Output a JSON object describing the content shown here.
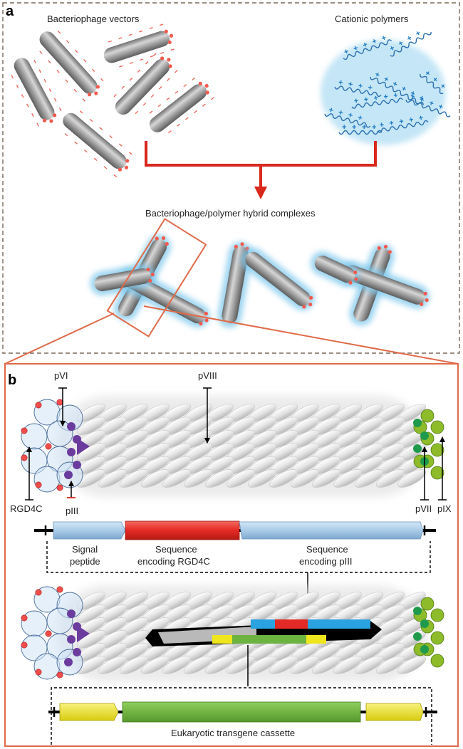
{
  "panel_a": {
    "letter": "a",
    "phage_label": "Bacteriophage vectors",
    "polymer_label": "Cationic polymers",
    "hybrid_label": "Bacteriophage/polymer hybrid complexes"
  },
  "panel_b": {
    "letter": "b",
    "proteins": {
      "pvi": "pVI",
      "pviii": "pVIII",
      "rgd4c": "RGD4C",
      "piii": "pIII",
      "pvii": "pVII",
      "pix": "pIX"
    },
    "construct": {
      "signal_line1": "Signal",
      "signal_line2": "peptide",
      "rgd_line1": "Sequence",
      "rgd_line2": "encoding RGD4C",
      "piii_line1": "Sequence",
      "piii_line2": "encoding pIII"
    },
    "cassette_label": "Eukaryotic transgene cassette"
  },
  "colors": {
    "frame_dashed": "#7a6a5a",
    "frame_orange": "#e06a4a",
    "arrow_red": "#d9281c",
    "rod_gray": "#8e8e8e",
    "polymer_blue": "#1a78c2",
    "glow_blue": "#7ec8ec",
    "signal_blue": "#a9cbe8",
    "rgd_red": "#e42a24",
    "transgene_green": "#6cb33f",
    "promoter_yellow": "#f0e61e",
    "capsid_purple": "#6b3c9e",
    "tip_green": "#8dbb2a"
  }
}
